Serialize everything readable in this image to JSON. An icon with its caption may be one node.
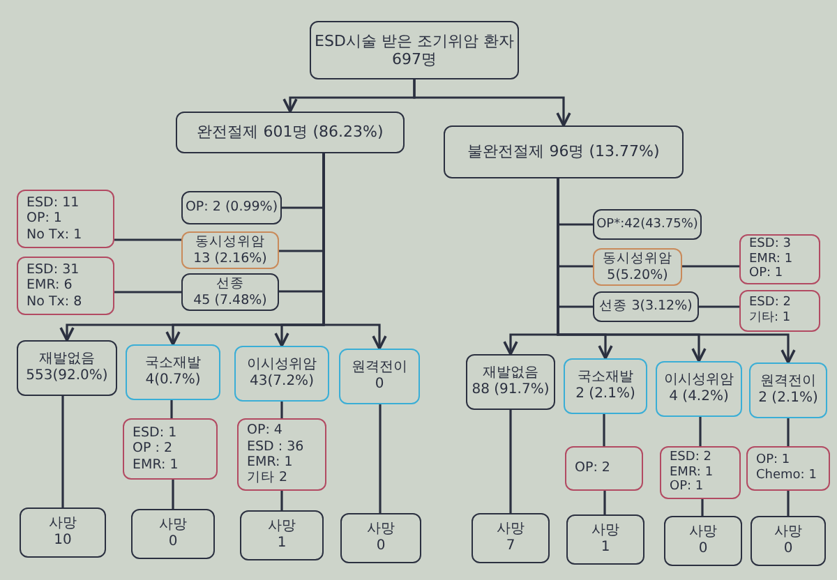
{
  "diagram": {
    "nodes": [
      {
        "text": [
          "ESD시술 받은 조기위암 환자",
          "697명"
        ]
      },
      {
        "text": [
          "완전절제 601명 (86.23%)"
        ]
      },
      {
        "text": [
          "불완전절제 96명 (13.77%)"
        ]
      },
      {
        "text": [
          "OP: 2 (0.99%)"
        ]
      },
      {
        "text": [
          "동시성위암",
          "13 (2.16%)"
        ]
      },
      {
        "text": [
          "선종",
          "45 (7.48%)"
        ]
      },
      {
        "text": [
          "ESD: 11",
          "OP: 1",
          "No Tx: 1"
        ]
      },
      {
        "text": [
          "ESD: 31",
          "EMR: 6",
          "No Tx: 8"
        ]
      },
      {
        "text": [
          "OP*:42(43.75%)"
        ]
      },
      {
        "text": [
          "동시성위암",
          "5(5.20%)"
        ]
      },
      {
        "text": [
          "선종 3(3.12%)"
        ]
      },
      {
        "text": [
          "ESD: 3",
          "EMR: 1",
          "OP: 1"
        ]
      },
      {
        "text": [
          "ESD: 2",
          "기타: 1"
        ]
      },
      {
        "text": [
          "재발없음",
          "553(92.0%)"
        ]
      },
      {
        "text": [
          "국소재발",
          "4(0.7%)"
        ]
      },
      {
        "text": [
          "이시성위암",
          "43(7.2%)"
        ]
      },
      {
        "text": [
          "원격전이",
          "0"
        ]
      },
      {
        "text": [
          "ESD: 1",
          "OP : 2",
          "EMR: 1"
        ]
      },
      {
        "text": [
          "OP: 4",
          "ESD : 36",
          "EMR: 1",
          "기타 2"
        ]
      },
      {
        "text": [
          "사망",
          "10"
        ]
      },
      {
        "text": [
          "사망",
          "0"
        ]
      },
      {
        "text": [
          "사망",
          "1"
        ]
      },
      {
        "text": [
          "사망",
          "0"
        ]
      },
      {
        "text": [
          "재발없음",
          "88 (91.7%)"
        ]
      },
      {
        "text": [
          "국소재발",
          "2 (2.1%)"
        ]
      },
      {
        "text": [
          "이시성위암",
          "4 (4.2%)"
        ]
      },
      {
        "text": [
          "원격전이",
          "2 (2.1%)"
        ]
      },
      {
        "text": [
          "OP: 2"
        ]
      },
      {
        "text": [
          "ESD: 2",
          "EMR: 1",
          "OP: 1"
        ]
      },
      {
        "text": [
          "OP: 1",
          "Chemo: 1"
        ]
      },
      {
        "text": [
          "사망",
          "7"
        ]
      },
      {
        "text": [
          "사망",
          "1"
        ]
      },
      {
        "text": [
          "사망",
          "0"
        ]
      },
      {
        "text": [
          "사망",
          "0"
        ]
      }
    ],
    "edges": [
      {
        "from": 0,
        "to": 1,
        "arrow": "to"
      },
      {
        "from": 0,
        "to": 2,
        "arrow": "to"
      },
      {
        "from": 1,
        "to": 3,
        "arrow": "none"
      },
      {
        "from": 1,
        "to": 4,
        "arrow": "none"
      },
      {
        "from": 1,
        "to": 5,
        "arrow": "none"
      },
      {
        "from": 1,
        "to": 13,
        "arrow": "to"
      },
      {
        "from": 1,
        "to": 14,
        "arrow": "to"
      },
      {
        "from": 1,
        "to": 15,
        "arrow": "to"
      },
      {
        "from": 1,
        "to": 16,
        "arrow": "to"
      },
      {
        "from": 4,
        "to": 6,
        "arrow": "none"
      },
      {
        "from": 5,
        "to": 7,
        "arrow": "none"
      },
      {
        "from": 2,
        "to": 8,
        "arrow": "none"
      },
      {
        "from": 2,
        "to": 9,
        "arrow": "none"
      },
      {
        "from": 2,
        "to": 10,
        "arrow": "none"
      },
      {
        "from": 2,
        "to": 23,
        "arrow": "to"
      },
      {
        "from": 2,
        "to": 24,
        "arrow": "to"
      },
      {
        "from": 2,
        "to": 25,
        "arrow": "to"
      },
      {
        "from": 2,
        "to": 26,
        "arrow": "to"
      },
      {
        "from": 9,
        "to": 11,
        "arrow": "none"
      },
      {
        "from": 10,
        "to": 12,
        "arrow": "none"
      },
      {
        "from": 13,
        "to": 19,
        "arrow": "none"
      },
      {
        "from": 14,
        "to": 17,
        "arrow": "none"
      },
      {
        "from": 17,
        "to": 20,
        "arrow": "none"
      },
      {
        "from": 15,
        "to": 18,
        "arrow": "none"
      },
      {
        "from": 18,
        "to": 21,
        "arrow": "none"
      },
      {
        "from": 16,
        "to": 22,
        "arrow": "none"
      },
      {
        "from": 23,
        "to": 30,
        "arrow": "none"
      },
      {
        "from": 24,
        "to": 27,
        "arrow": "none"
      },
      {
        "from": 27,
        "to": 31,
        "arrow": "none"
      },
      {
        "from": 25,
        "to": 28,
        "arrow": "none"
      },
      {
        "from": 28,
        "to": 32,
        "arrow": "none"
      },
      {
        "from": 26,
        "to": 29,
        "arrow": "none"
      },
      {
        "from": 29,
        "to": 33,
        "arrow": "none"
      }
    ]
  }
}
